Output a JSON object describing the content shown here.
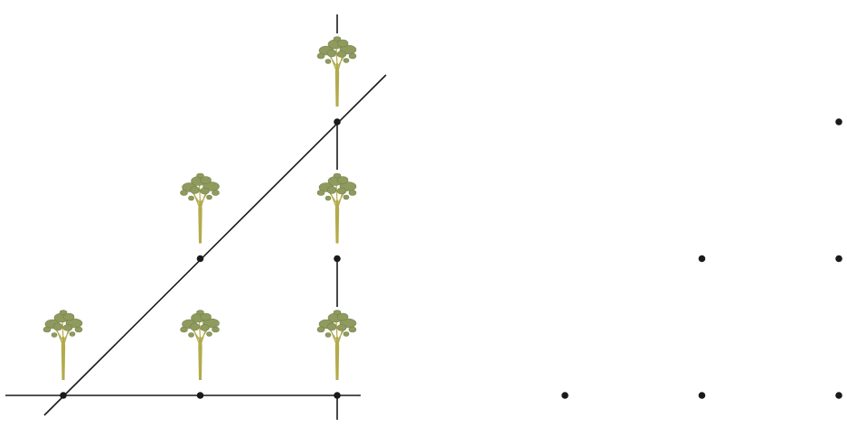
{
  "colors": {
    "background": "#ffffff",
    "line": "#1a1a1a",
    "dot": "#1a1a1a",
    "foliage": "#8f9a5e",
    "foliage_dark": "#76804a",
    "trunk": "#b3aa4c"
  },
  "left_panel": {
    "tree_icon": "tree-icon",
    "trees": [
      {
        "col": 0,
        "row": 0
      },
      {
        "col": 1,
        "row": 0
      },
      {
        "col": 2,
        "row": 0
      },
      {
        "col": 1,
        "row": 1
      },
      {
        "col": 2,
        "row": 1
      },
      {
        "col": 2,
        "row": 2
      }
    ],
    "dots": [
      {
        "col": 0,
        "row": 0
      },
      {
        "col": 1,
        "row": 0
      },
      {
        "col": 2,
        "row": 0
      },
      {
        "col": 1,
        "row": 1
      },
      {
        "col": 2,
        "row": 1
      },
      {
        "col": 2,
        "row": 2
      }
    ]
  },
  "right_panel": {
    "dots": [
      {
        "col": 0,
        "row": 0
      },
      {
        "col": 1,
        "row": 0
      },
      {
        "col": 2,
        "row": 0
      },
      {
        "col": 1,
        "row": 1
      },
      {
        "col": 2,
        "row": 1
      },
      {
        "col": 2,
        "row": 2
      }
    ]
  }
}
